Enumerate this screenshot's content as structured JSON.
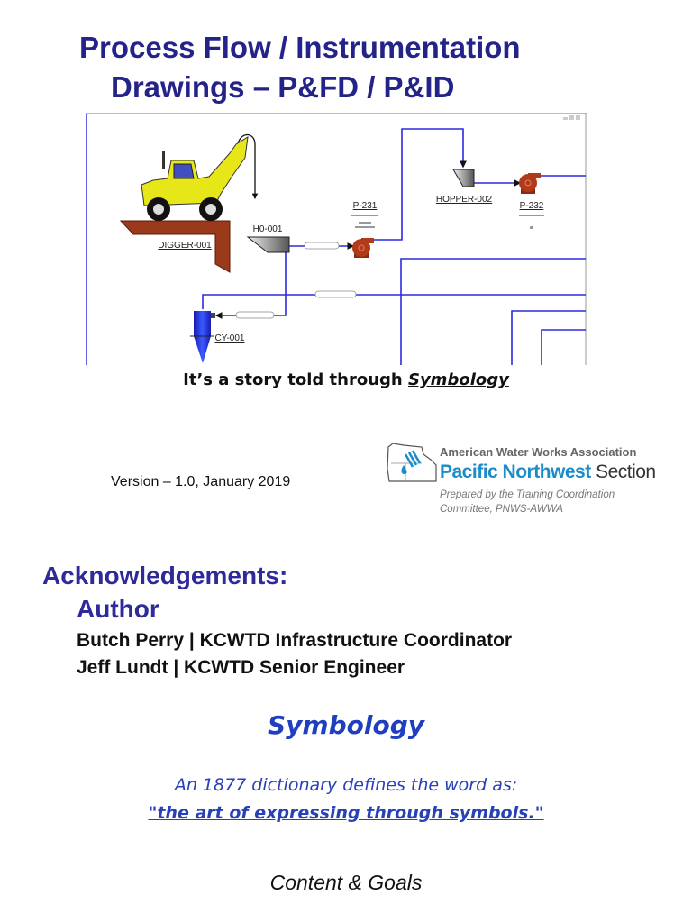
{
  "title": {
    "line1": "Process Flow / Instrumentation",
    "line2": "Drawings – P&FD / P&ID"
  },
  "diagram": {
    "labels": {
      "digger": "DIGGER-001",
      "hopper1": "H0-001",
      "pump1": "P-231",
      "hopper2": "HOPPER-002",
      "pump2": "P-232",
      "cyclone": "CY-001"
    },
    "line_color": "#2a2ae0",
    "pump_color": "#b03a1a",
    "loader_color": "#e6e619"
  },
  "tagline": {
    "text": "It’s a story told through ",
    "emphasis": "Symbology"
  },
  "version": "Version – 1.0, January 2019",
  "logo": {
    "org": "American Water Works Association",
    "section_bold": "Pacific Northwest",
    "section_rest": "Section",
    "prepared_line1": "Prepared by the Training Coordination",
    "prepared_line2": "Committee, PNWS-AWWA"
  },
  "acknowledgements": {
    "heading": "Acknowledgements:",
    "subheading": "Author",
    "people": [
      "Butch Perry | KCWTD Infrastructure Coordinator",
      "Jeff Lundt | KCWTD Senior Engineer"
    ]
  },
  "symbology": {
    "heading": "Symbology",
    "definition_intro": "An 1877 dictionary defines the word as:",
    "definition_quote": "\"the art of expressing through symbols.\""
  },
  "footer": "Content & Goals"
}
